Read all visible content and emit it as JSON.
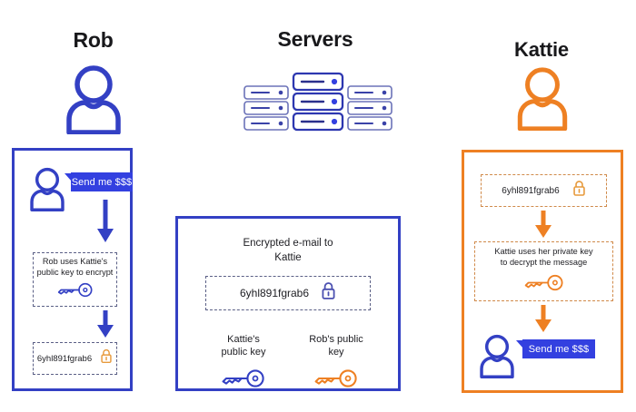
{
  "diagram": {
    "title_left": "Rob",
    "title_center": "Servers",
    "title_right": "Kattie",
    "colors": {
      "blue": "#3340c4",
      "blue_bright": "#3340e0",
      "orange": "#ee8023",
      "orange_lock": "#e79a3c",
      "text": "#1d1d22",
      "dash_blue": "#5a5f85",
      "dash_orange": "#d08a4a"
    }
  },
  "left_panel": {
    "person_icon": "person-icon",
    "bubble_text": "Send me $$$",
    "arrow_1": "arrow-down-icon",
    "step_text_line1": "Rob uses Kattie's",
    "step_text_line2": "public key to encrypt",
    "step_key_icon": "key-icon",
    "arrow_2": "arrow-down-icon",
    "cipher_text": "6yhl891fgrab6",
    "cipher_lock_icon": "padlock-closed-icon"
  },
  "center_panel": {
    "servers_icon": "server-rack-icon",
    "heading_line1": "Encrypted e-mail to",
    "heading_line2": "Kattie",
    "cipher_text": "6yhl891fgrab6",
    "cipher_lock_icon": "padlock-closed-icon",
    "keys": [
      {
        "label_line1": "Kattie's",
        "label_line2": "public key",
        "icon": "key-icon",
        "color": "#3340c4"
      },
      {
        "label_line1": "Rob's public",
        "label_line2": "key",
        "icon": "key-icon",
        "color": "#ee8023"
      }
    ]
  },
  "right_panel": {
    "person_icon_top": "person-icon",
    "cipher_text": "6yhl891fgrab6",
    "cipher_lock_icon": "padlock-closed-icon",
    "arrow_1": "arrow-down-icon",
    "step_text_line1": "Kattie uses her private key",
    "step_text_line2": "to decrypt the message",
    "step_key_icon": "key-icon",
    "arrow_2": "arrow-down-icon",
    "person_icon_bottom": "person-icon",
    "bubble_text": "Send me $$$"
  }
}
